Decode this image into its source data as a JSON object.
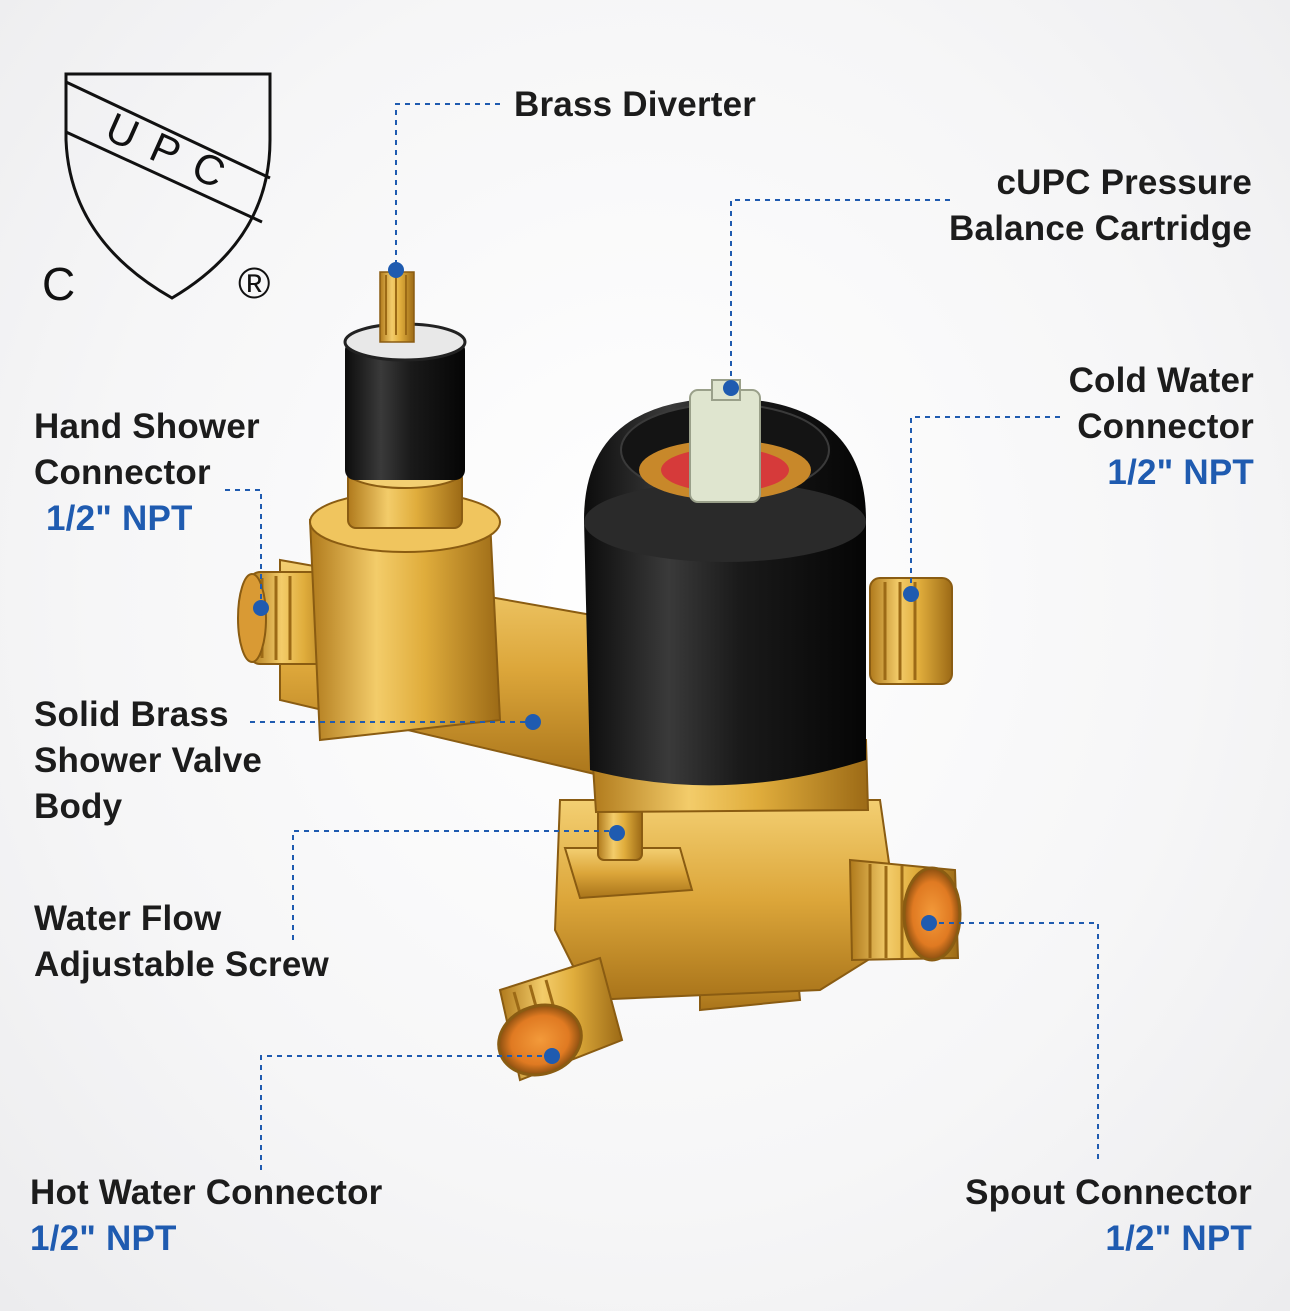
{
  "certification": {
    "mark_text": "UPC",
    "left_letter": "C",
    "registered_symbol": "®"
  },
  "colors": {
    "leader": "#1f5bb0",
    "npt_text": "#1f5bb0",
    "label_text": "#1c1c1c",
    "brass": "#e0ad3c",
    "cap": "#1a1a1a"
  },
  "callouts": {
    "brass_diverter": {
      "line1": "Brass Diverter"
    },
    "cartridge": {
      "line1": "cUPC Pressure",
      "line2": "Balance Cartridge"
    },
    "cold_water": {
      "line1": "Cold Water",
      "line2": "Connector",
      "size": "1/2\" NPT"
    },
    "hand_shower": {
      "line1": "Hand Shower",
      "line2": "Connector",
      "size": "1/2\" NPT"
    },
    "valve_body": {
      "line1": "Solid Brass",
      "line2": "Shower Valve",
      "line3": "Body"
    },
    "flow_screw": {
      "line1": "Water Flow",
      "line2": "Adjustable Screw"
    },
    "hot_water": {
      "line1": "Hot Water Connector",
      "size": "1/2\" NPT"
    },
    "spout": {
      "line1": "Spout Connector",
      "size": "1/2\" NPT"
    }
  }
}
